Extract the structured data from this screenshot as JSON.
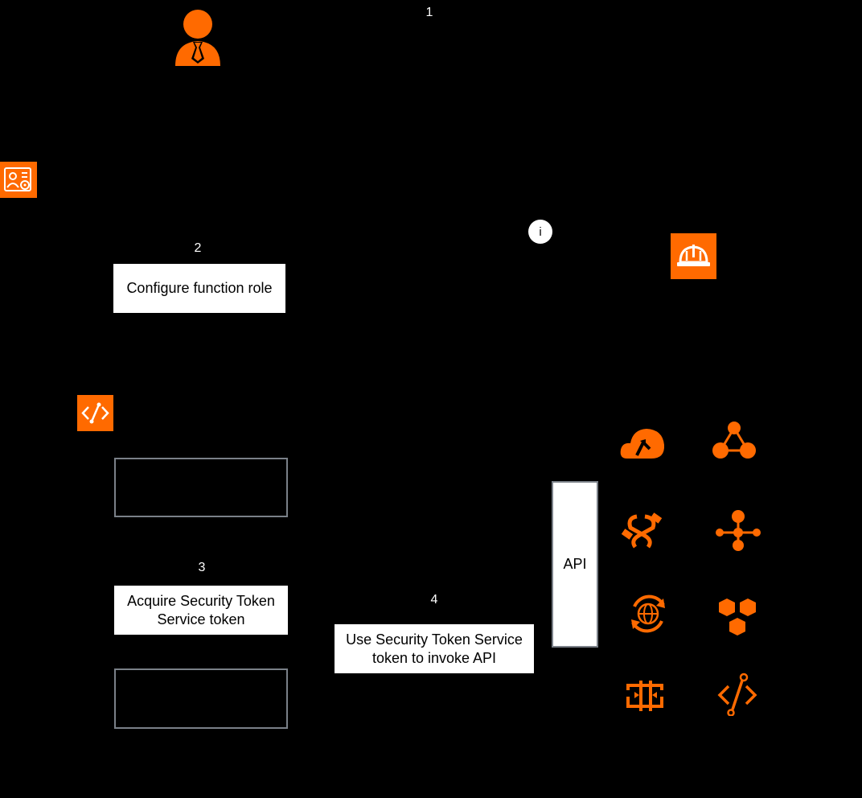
{
  "colors": {
    "accent": "#ff6a00",
    "background": "#000000",
    "box_fill": "#ffffff",
    "box_border": "#7a8088"
  },
  "steps": {
    "s1": "1",
    "s2": "2",
    "s3": "3",
    "s4": "4"
  },
  "boxes": {
    "configure_role": "Configure function role",
    "acquire_token_line1": "Acquire Security Token",
    "acquire_token_line2": "Service token",
    "use_token_line1": "Use Security Token Service",
    "use_token_line2": "token to invoke API",
    "api": "API"
  },
  "info_badge": "i",
  "icons": [
    "user-icon",
    "ram-role-icon",
    "function-compute-icon",
    "security-helmet-icon",
    "cloud-upload-icon",
    "network-triangle-icon",
    "link-cable-icon",
    "node-tree-icon",
    "globe-sync-icon",
    "hexagons-icon",
    "transfer-arrows-icon",
    "function-code-icon"
  ]
}
